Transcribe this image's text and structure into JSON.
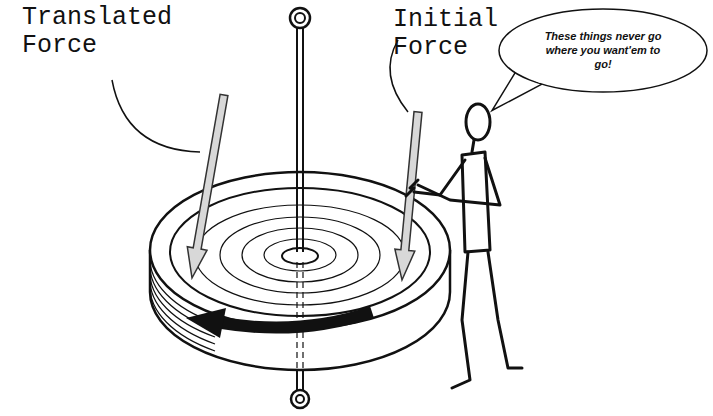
{
  "diagram": {
    "nodes": [
      {
        "text": [
          "These things never go where you want'em to go!"
        ]
      }
    ],
    "edges": [],
    "labels": [
      "Translated Force",
      "Initial Force"
    ]
  }
}
